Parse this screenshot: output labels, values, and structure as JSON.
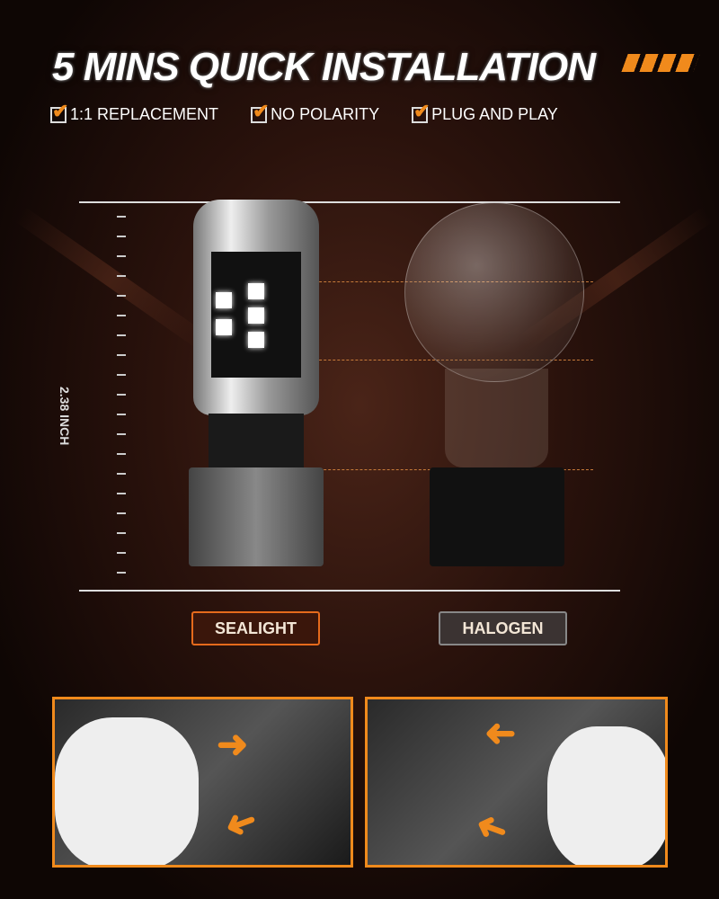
{
  "title": "5 MINS QUICK INSTALLATION",
  "features": [
    "1:1 REPLACEMENT",
    "NO POLARITY",
    "PLUG AND PLAY"
  ],
  "measurement": "2.38 INCH",
  "labels": {
    "left": "SEALIGHT",
    "right": "HALOGEN"
  },
  "colors": {
    "accent": "#f08a1c",
    "background": "#1a0a06"
  }
}
